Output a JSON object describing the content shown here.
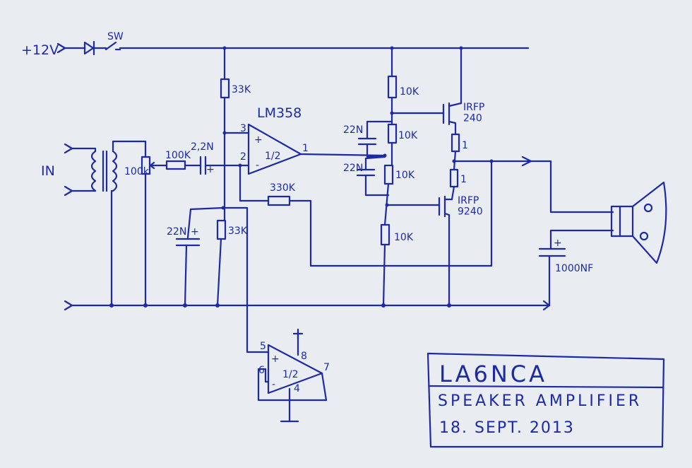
{
  "supply": {
    "voltage": "+12V",
    "switch": "SW"
  },
  "input": {
    "label": "IN",
    "pot": "100k"
  },
  "components": {
    "r_input": "100K",
    "c_input": "2,2N",
    "r_bias_top": "33K",
    "r_bias_bottom": "33K",
    "c_bias": "22N",
    "opamp": "LM358",
    "opamp_fraction": "1/2",
    "opamp2_fraction": "1/2",
    "r_feedback": "330K",
    "r_div1": "10K",
    "r_div2": "10K",
    "r_div3": "10K",
    "r_div4": "10K",
    "c_div1": "22N",
    "c_div2": "22N",
    "mosfet_top": "IRFP\n240",
    "mosfet_bottom": "IRFP\n9240",
    "r_src1": "1",
    "r_src2": "1",
    "c_out": "1000NF"
  },
  "pins": {
    "p1": "1",
    "p2": "2",
    "p3": "3",
    "p5": "5",
    "p6": "6",
    "p7": "7",
    "p8": "8",
    "p4": "4",
    "plus": "+",
    "minus": "-"
  },
  "title_block": {
    "callsign": "LA6NCA",
    "subtitle": "SPEAKER AMPLIFIER",
    "date": "18. SEPT. 2013"
  }
}
